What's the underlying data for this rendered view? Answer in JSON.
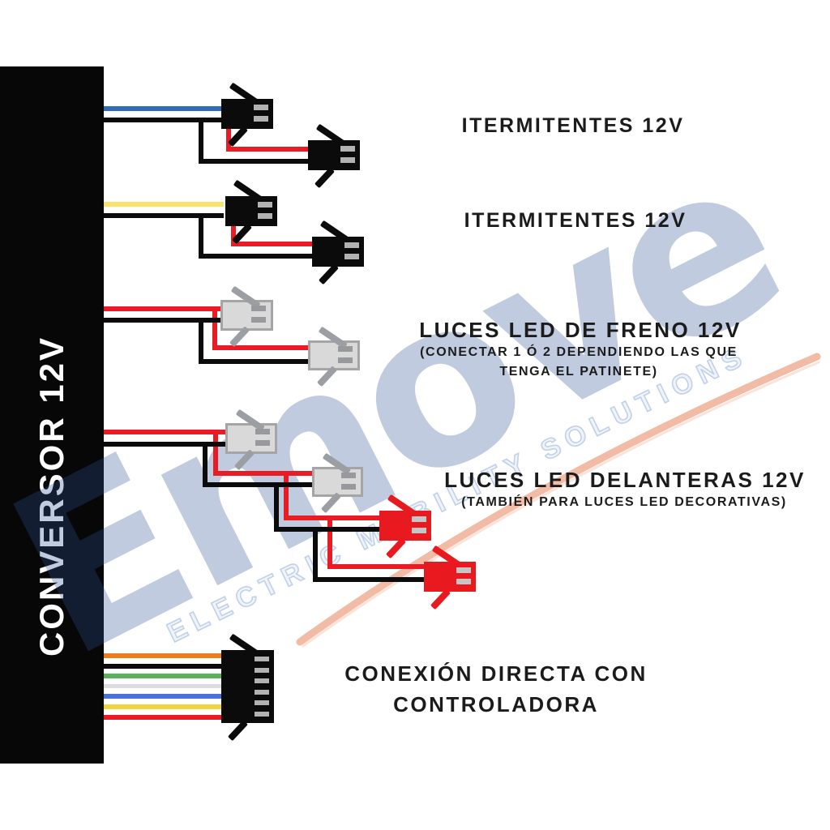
{
  "converter": {
    "label": "CONVERSOR 12V",
    "box_color": "#070707",
    "text_color": "#ffffff"
  },
  "watermark": {
    "brand": "Emove",
    "tagline": "ELECTRIC MOBILITY SOLUTIONS",
    "brand_color": "rgba(47,84,150,0.30)",
    "swoosh_color": "#f0b49c"
  },
  "groups": [
    {
      "id": "intermitentes-1",
      "label": "ITERMITENTES 12V"
    },
    {
      "id": "intermitentes-2",
      "label": "ITERMITENTES 12V"
    },
    {
      "id": "freno",
      "label": "LUCES LED DE FRENO 12V",
      "sub1": "(CONECTAR 1 Ó 2 DEPENDIENDO LAS QUE",
      "sub2": "TENGA EL PATINETE)"
    },
    {
      "id": "delanteras",
      "label": "LUCES LED DELANTERAS 12V",
      "sub1": "(TAMBIÉN PARA LUCES LED DECORATIVAS)"
    },
    {
      "id": "controladora",
      "label": "CONEXIÓN DIRECTA CON",
      "label2": "CONTROLADORA"
    }
  ],
  "palette": {
    "blue": "#2e6db5",
    "yellow": "#f7e469",
    "red": "#e81c24",
    "black": "#0b0b0b",
    "orange": "#e8801e",
    "green": "#5cb25a",
    "white_wire": "#dcdce0",
    "royal": "#4a72d8",
    "gold": "#f2d53c"
  },
  "diagram": {
    "styles": {
      "black": {
        "body": "#0b0b0b",
        "border": "",
        "pin": "#b2b2b2",
        "stub": "#0b0b0b"
      },
      "gray": {
        "body": "#d9d9d9",
        "border": "#a5a5a5",
        "pin": "#97999c",
        "stub": "#9b9fa3"
      },
      "red": {
        "body": "#e8191f",
        "border": "",
        "pin": "#c6c6c6",
        "stub": "#e8191f"
      }
    },
    "segments": [
      [
        128,
        131,
        148,
        6,
        "blue"
      ],
      [
        128,
        145,
        148,
        6,
        "black"
      ],
      [
        245,
        145,
        6,
        56,
        "black"
      ],
      [
        245,
        196,
        140,
        6,
        "black"
      ],
      [
        279,
        152,
        6,
        34,
        "red"
      ],
      [
        279,
        181,
        106,
        6,
        "red"
      ],
      [
        128,
        249,
        148,
        6,
        "yellow"
      ],
      [
        128,
        263,
        148,
        6,
        "black"
      ],
      [
        245,
        263,
        6,
        56,
        "black"
      ],
      [
        245,
        313,
        144,
        6,
        "black"
      ],
      [
        285,
        272,
        6,
        32,
        "red"
      ],
      [
        285,
        298,
        104,
        6,
        "red"
      ],
      [
        128,
        378,
        148,
        6,
        "red"
      ],
      [
        262,
        378,
        6,
        54,
        "red"
      ],
      [
        262,
        426,
        122,
        6,
        "red"
      ],
      [
        128,
        392,
        148,
        6,
        "black"
      ],
      [
        245,
        392,
        6,
        57,
        "black"
      ],
      [
        245,
        443,
        139,
        6,
        "black"
      ],
      [
        128,
        530,
        154,
        6,
        "red"
      ],
      [
        263,
        530,
        6,
        57,
        "red"
      ],
      [
        263,
        581,
        126,
        6,
        "red"
      ],
      [
        350,
        581,
        6,
        61,
        "red"
      ],
      [
        350,
        636,
        122,
        6,
        "red"
      ],
      [
        404,
        636,
        6,
        66,
        "red"
      ],
      [
        404,
        696,
        123,
        6,
        "red"
      ],
      [
        128,
        545,
        154,
        6,
        "black"
      ],
      [
        250,
        545,
        6,
        56,
        "black"
      ],
      [
        250,
        595,
        139,
        6,
        "black"
      ],
      [
        338,
        595,
        6,
        61,
        "black"
      ],
      [
        338,
        650,
        134,
        6,
        "black"
      ],
      [
        386,
        650,
        6,
        68,
        "black"
      ],
      [
        386,
        712,
        141,
        6,
        "black"
      ],
      [
        128,
        806,
        147,
        6,
        "orange"
      ],
      [
        128,
        819,
        147,
        6,
        "black"
      ],
      [
        128,
        831,
        147,
        6,
        "green"
      ],
      [
        128,
        844,
        147,
        5,
        "white_wire"
      ],
      [
        128,
        856,
        147,
        6,
        "royal"
      ],
      [
        128,
        869,
        147,
        6,
        "gold"
      ],
      [
        128,
        882,
        147,
        6,
        "red"
      ]
    ],
    "connectors": [
      [
        273,
        122,
        64,
        37,
        "black",
        2
      ],
      [
        380,
        173,
        64,
        37,
        "black",
        2
      ],
      [
        278,
        242,
        64,
        37,
        "black",
        2
      ],
      [
        385,
        292,
        64,
        37,
        "black",
        2
      ],
      [
        272,
        370,
        65,
        38,
        "gray",
        2
      ],
      [
        380,
        420,
        64,
        37,
        "gray",
        2
      ],
      [
        278,
        522,
        64,
        38,
        "gray",
        2
      ],
      [
        385,
        576,
        63,
        37,
        "gray",
        2
      ],
      [
        468,
        630,
        64,
        37,
        "red",
        2
      ],
      [
        523,
        693,
        64,
        37,
        "red",
        2
      ],
      [
        273,
        802,
        65,
        90,
        "black",
        6
      ]
    ]
  }
}
